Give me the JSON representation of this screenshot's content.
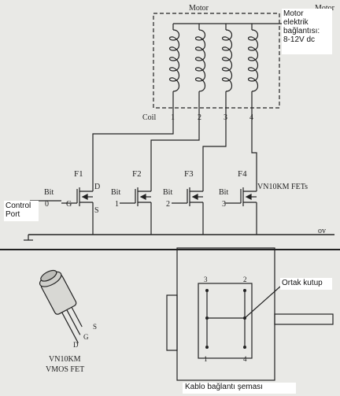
{
  "schematic": {
    "motor_label": "Motor",
    "corner_label": "Motor",
    "coil_label": "Coil",
    "coil_numbers": [
      "1",
      "2",
      "3",
      "4"
    ],
    "fets": [
      {
        "name": "F1",
        "bit": "Bit",
        "bit_index": "0"
      },
      {
        "name": "F2",
        "bit": "Bit",
        "bit_index": "1"
      },
      {
        "name": "F3",
        "bit": "Bit",
        "bit_index": "2"
      },
      {
        "name": "F4",
        "bit": "Bit",
        "bit_index": "3"
      }
    ],
    "pin_d": "D",
    "pin_g": "G",
    "pin_s": "S",
    "fet_part": "VN10KM FETs",
    "ground_label": "ov"
  },
  "annotations": {
    "motor_connection": [
      "Motor",
      "elektrik",
      "bağlantısı:",
      "8-12V dc"
    ],
    "control_port": [
      "Control",
      "Port"
    ],
    "common_terminal": "Ortak kutup",
    "cable_diagram": "Kablo bağlantı şeması"
  },
  "package": {
    "part": "VN10KM",
    "type": "VMOS FET",
    "pins": [
      "S",
      "G",
      "D"
    ]
  },
  "connector": {
    "pin_numbers": [
      "3",
      "2",
      "1",
      "4"
    ]
  },
  "colors": {
    "ink": "#222222",
    "paper": "#e9e9e6",
    "label_bg": "#ffffff"
  }
}
